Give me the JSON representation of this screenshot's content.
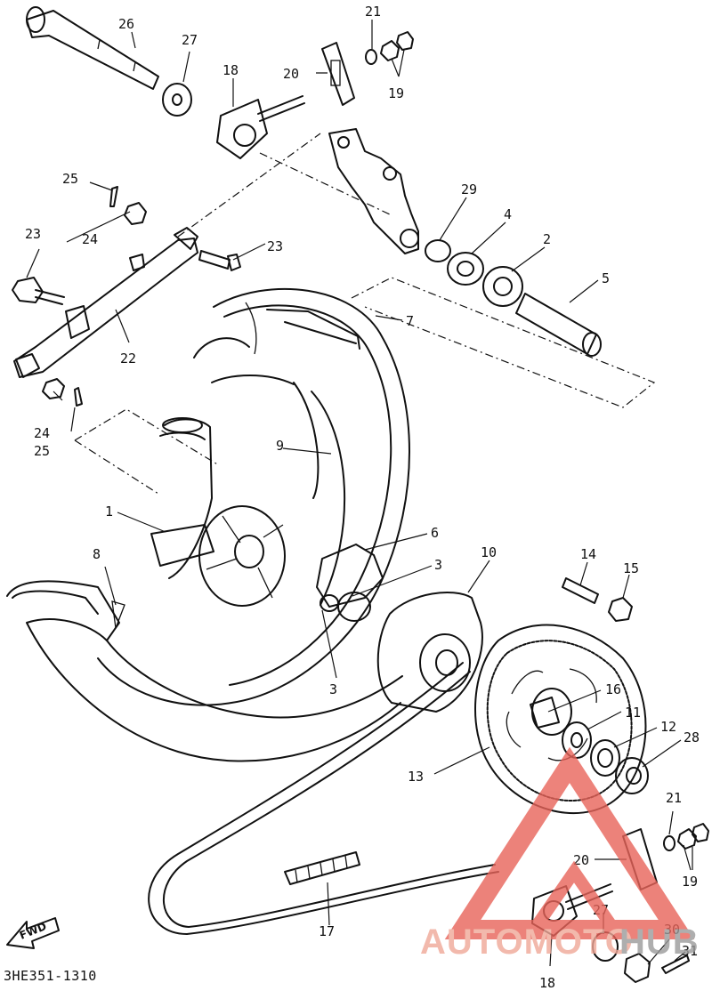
{
  "diagram_code": "3HE351-1310",
  "fwd_label": "FWD",
  "watermark": {
    "text_prefix": "AUTOMOTO",
    "text_suffix": "HUB",
    "prefix_color": "#f0a898",
    "suffix_color": "#9a9a9a",
    "logo_color": "#e8645a"
  },
  "callouts": [
    {
      "id": "c26a",
      "text": "26"
    },
    {
      "id": "c27a",
      "text": "27"
    },
    {
      "id": "c21a",
      "text": "21"
    },
    {
      "id": "c20a",
      "text": "20"
    },
    {
      "id": "c18a",
      "text": "18"
    },
    {
      "id": "c19a",
      "text": "19"
    },
    {
      "id": "c25a",
      "text": "25"
    },
    {
      "id": "c29",
      "text": "29"
    },
    {
      "id": "c4",
      "text": "4"
    },
    {
      "id": "c23a",
      "text": "23"
    },
    {
      "id": "c24a",
      "text": "24"
    },
    {
      "id": "c23b",
      "text": "23"
    },
    {
      "id": "c2",
      "text": "2"
    },
    {
      "id": "c5",
      "text": "5"
    },
    {
      "id": "c7",
      "text": "7"
    },
    {
      "id": "c22",
      "text": "22"
    },
    {
      "id": "c24b",
      "text": "24"
    },
    {
      "id": "c25b",
      "text": "25"
    },
    {
      "id": "c9",
      "text": "9"
    },
    {
      "id": "c1",
      "text": "1"
    },
    {
      "id": "c6",
      "text": "6"
    },
    {
      "id": "c8",
      "text": "8"
    },
    {
      "id": "c3a",
      "text": "3"
    },
    {
      "id": "c10",
      "text": "10"
    },
    {
      "id": "c14",
      "text": "14"
    },
    {
      "id": "c15",
      "text": "15"
    },
    {
      "id": "c3b",
      "text": "3"
    },
    {
      "id": "c16",
      "text": "16"
    },
    {
      "id": "c11",
      "text": "11"
    },
    {
      "id": "c12",
      "text": "12"
    },
    {
      "id": "c28",
      "text": "28"
    },
    {
      "id": "c13",
      "text": "13"
    },
    {
      "id": "c21b",
      "text": "21"
    },
    {
      "id": "c20b",
      "text": "20"
    },
    {
      "id": "c19b",
      "text": "19"
    },
    {
      "id": "c17",
      "text": "17"
    },
    {
      "id": "c27b",
      "text": "27"
    },
    {
      "id": "c30",
      "text": "30"
    },
    {
      "id": "c31",
      "text": "31"
    },
    {
      "id": "c18b",
      "text": "18"
    }
  ]
}
